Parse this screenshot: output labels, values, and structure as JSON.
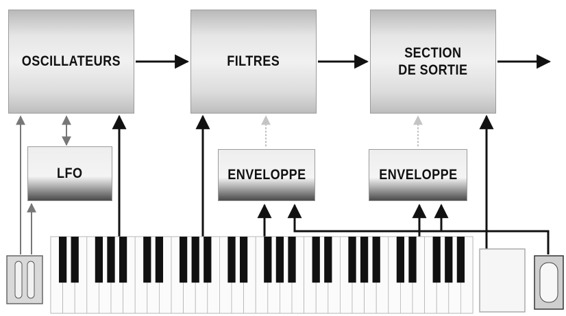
{
  "diagram": {
    "blocks": {
      "oscillators": "OSCILLATEURS",
      "filters": "FILTRES",
      "output_line1": "SECTION",
      "output_line2": "DE SORTIE",
      "lfo": "LFO",
      "envelope_filter": "ENVELOPPE",
      "envelope_output": "ENVELOPPE"
    },
    "colors": {
      "ink": "#111111",
      "box_light": "#ededed",
      "box_shadow": "#4a4a4a"
    }
  }
}
